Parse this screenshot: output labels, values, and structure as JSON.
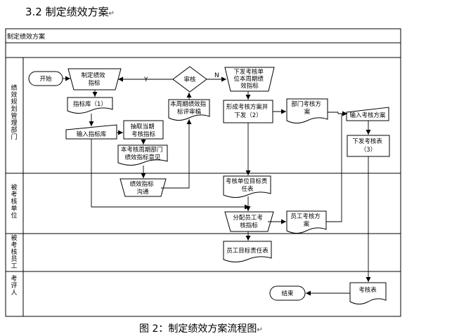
{
  "document": {
    "heading": "3.2 制定绩效方案",
    "paragraph_mark": "↵",
    "caption": "图 2：制定绩效方案流程图"
  },
  "flowchart": {
    "title": "制定绩效方案",
    "lanes": [
      "绩效规划管理部门",
      "被考核单位",
      "被考核员工",
      "考评人"
    ],
    "nodes": {
      "start": "开始",
      "draft": [
        "制定绩效",
        "指标"
      ],
      "review": "审核",
      "issue_targets": [
        "下发考核单",
        "位本周期绩",
        "效指标"
      ],
      "indicator_lib": "指标库（1）",
      "input_lib": "输入指标库",
      "extract": [
        "抽取当期",
        "考核指标"
      ],
      "dept_opinion": [
        "本考核周期部门",
        "绩效指标意见"
      ],
      "period_review": [
        "本周期绩效指",
        "标评审稿"
      ],
      "form_plan": [
        "形成考核方案并",
        "下发（2）"
      ],
      "dept_plan": [
        "部门考核方",
        "案"
      ],
      "input_plan": "输入考核方案",
      "issue_form": [
        "下发考核表",
        "（3）"
      ],
      "communicate": [
        "绩效指标",
        "沟通"
      ],
      "unit_table": [
        "考核单位目标责",
        "任表"
      ],
      "assign": [
        "分配员工考",
        "核指标"
      ],
      "staff_plan": [
        "员工考核方",
        "案"
      ],
      "staff_table": "员工目标责任表",
      "end": "结束",
      "eval_form": "考核表"
    },
    "edge_labels": {
      "yes": "Y",
      "no": "N"
    }
  }
}
